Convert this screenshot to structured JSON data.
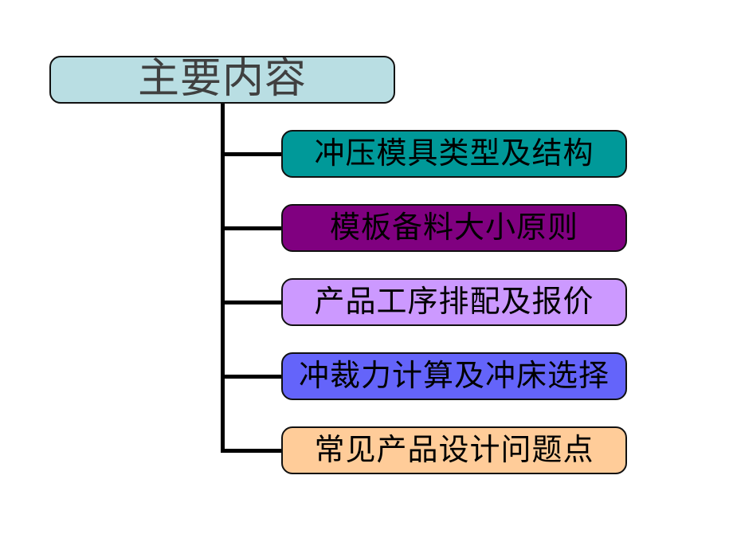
{
  "slide": {
    "background": "#ffffff",
    "connector_color": "#000000"
  },
  "title": {
    "label": "主要内容",
    "fill": "#b9dee3",
    "text_color": "#404040"
  },
  "items": [
    {
      "label": "冲压模具类型及结构",
      "fill": "#009999",
      "text_color": "#000000"
    },
    {
      "label": "模板备料大小原则",
      "fill": "#800080",
      "text_color": "#000000"
    },
    {
      "label": "产品工序排配及报价",
      "fill": "#cc99ff",
      "text_color": "#000000"
    },
    {
      "label": "冲裁力计算及冲床选择",
      "fill": "#6464fa",
      "text_color": "#000000"
    },
    {
      "label": "常见产品设计问题点",
      "fill": "#ffcc99",
      "text_color": "#000000"
    }
  ]
}
